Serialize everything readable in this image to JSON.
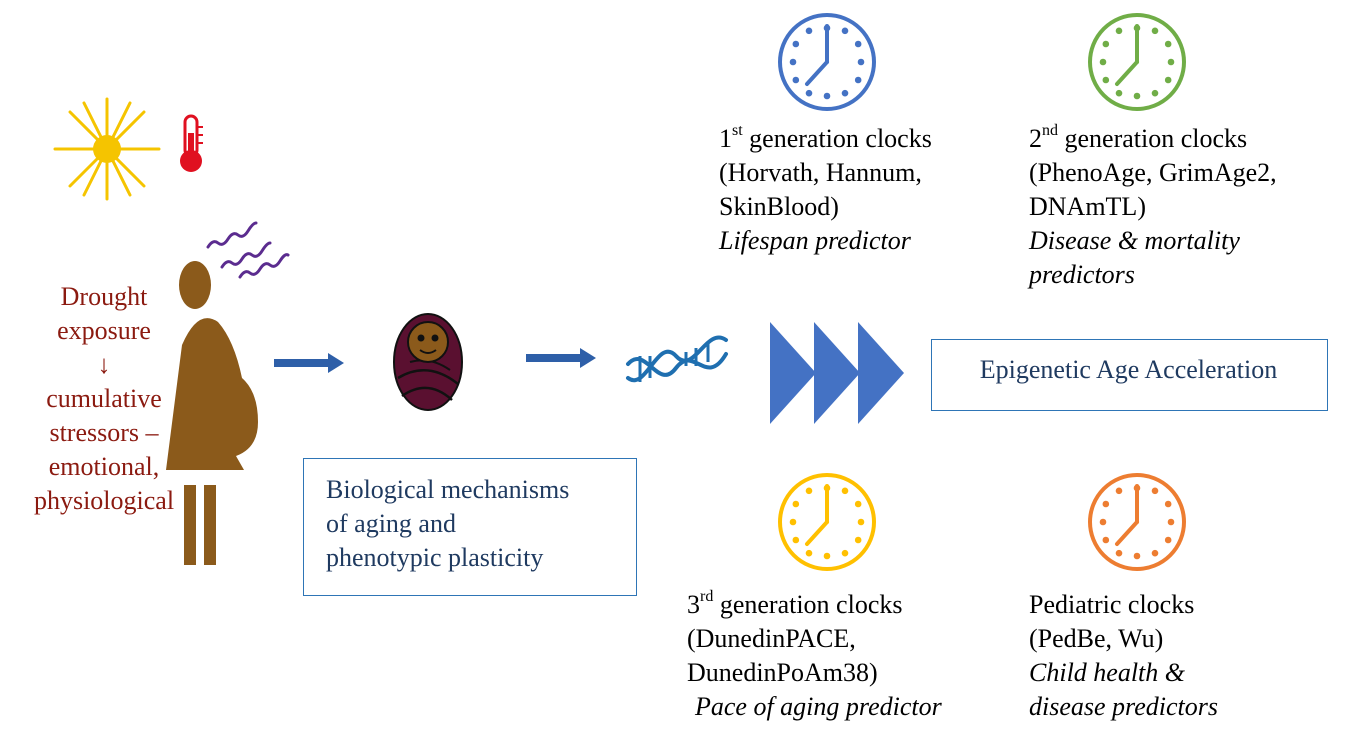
{
  "exposure": {
    "line1": "Drought",
    "line2": "exposure",
    "arrow": "↓",
    "line3": "cumulative",
    "line4": "stressors –",
    "line5": "emotional,",
    "line6": "physiological"
  },
  "mechanism_box": {
    "line1": "Biological mechanisms",
    "line2": "of aging and",
    "line3": "phenotypic plasticity"
  },
  "outcome_box": {
    "label": "Epigenetic Age Acceleration"
  },
  "clocks": [
    {
      "gen_num": "1",
      "gen_sup": "st",
      "gen_rest": " generation clocks",
      "examples1": "(Horvath, Hannum,",
      "examples2": "SkinBlood)",
      "desc1": "Lifespan predictor",
      "desc2": "",
      "color": "#4472c4"
    },
    {
      "gen_num": "2",
      "gen_sup": "nd",
      "gen_rest": " generation clocks",
      "examples1": "(PhenoAge, GrimAge2,",
      "examples2": "DNAmTL)",
      "desc1": "Disease & mortality",
      "desc2": "predictors",
      "color": "#70ad47"
    },
    {
      "gen_num": "3",
      "gen_sup": "rd",
      "gen_rest": " generation clocks",
      "examples1": "(DunedinPACE,",
      "examples2": "DunedinPoAm38)",
      "desc1": "Pace of aging predictor",
      "desc2": "",
      "color": "#ffc000"
    },
    {
      "gen_num": "",
      "gen_sup": "",
      "gen_rest": "Pediatric clocks",
      "examples1": "(PedBe, Wu)",
      "examples2": "",
      "desc1": "Child health &",
      "desc2": "disease predictors",
      "color": "#ed7d31"
    }
  ],
  "colors": {
    "arrow": "#2e5fa8",
    "chevron": "#4472c4",
    "dna": "#1f6fb0",
    "figure": "#8b5a1b",
    "stress_lines": "#5b2c8f",
    "sun": "#f5c400",
    "thermometer": "#e01020"
  }
}
